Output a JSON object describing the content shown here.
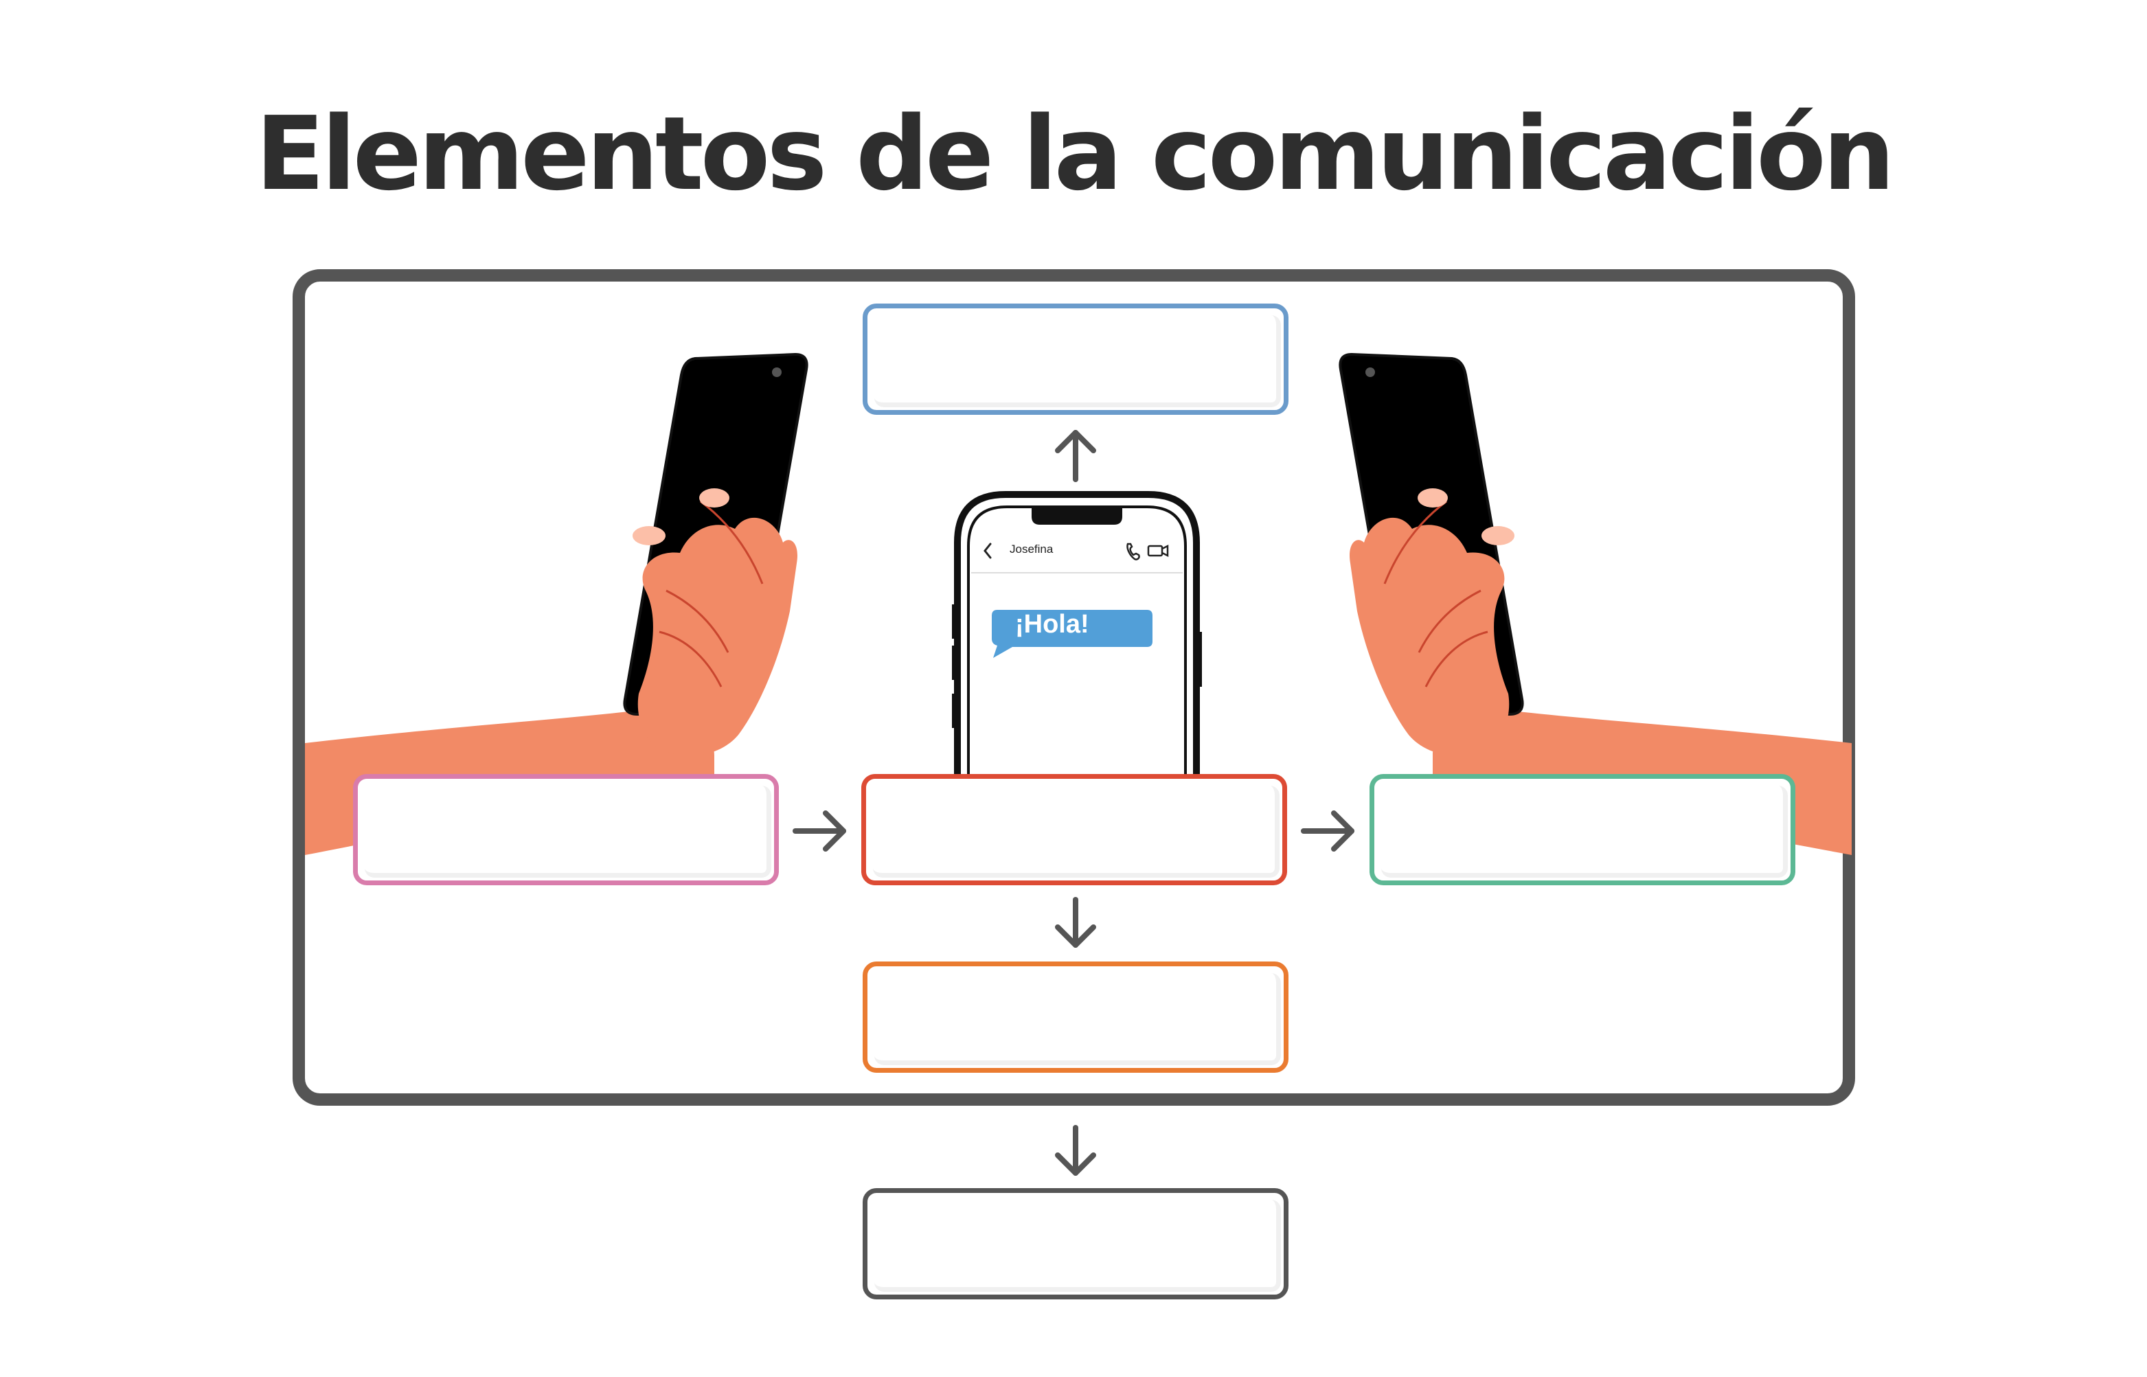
{
  "diagram": {
    "title": "Elementos de la comunicación",
    "phone": {
      "contact_name": "Josefina",
      "message": "¡Hola!"
    },
    "colors": {
      "frame": "#555555",
      "box_top": "#6a9bcb",
      "box_left": "#d97cab",
      "box_center": "#dd4b34",
      "box_right": "#5cb894",
      "box_mid": "#ea7b30",
      "box_bottom": "#555555",
      "skin": "#f28a66",
      "message_bubble": "#529fd8"
    },
    "icons": {
      "back": "chevron-left-icon",
      "call": "phone-call-icon",
      "video": "video-camera-icon"
    }
  }
}
